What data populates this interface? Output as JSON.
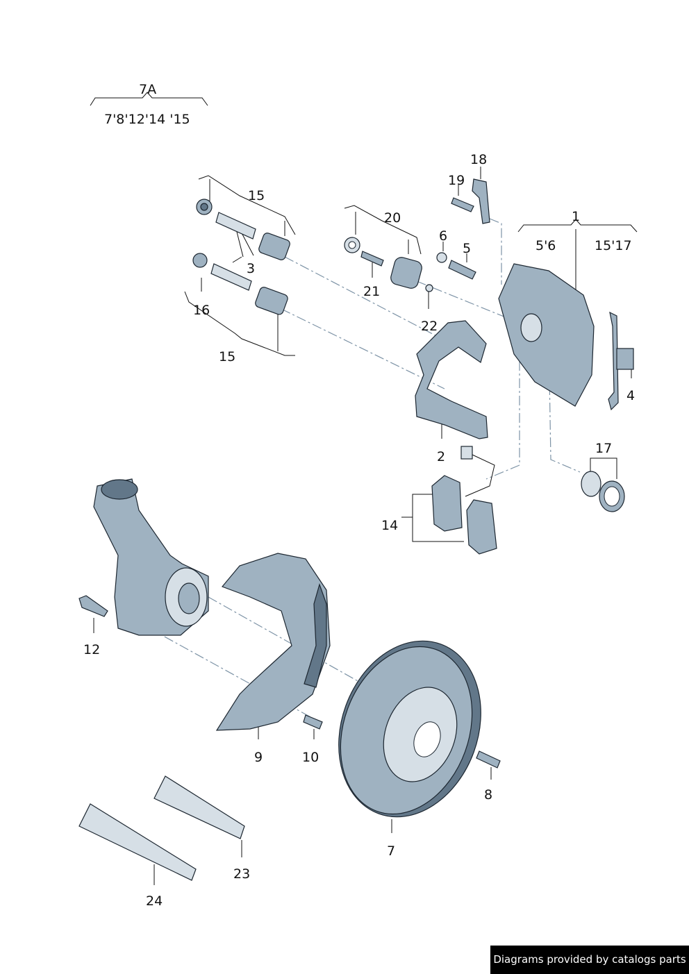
{
  "diagram": {
    "group_labels": {
      "g7a_title": "7A",
      "g7a_items": "7'8'12'14 '15",
      "g1_title": "1",
      "g1_left": "5'6",
      "g1_right": "15'17"
    },
    "part_labels": {
      "p2": "2",
      "p3": "3",
      "p4": "4",
      "p5": "5",
      "p6": "6",
      "p7": "7",
      "p8": "8",
      "p9": "9",
      "p10": "10",
      "p12": "12",
      "p14": "14",
      "p15a": "15",
      "p15b": "15",
      "p16": "16",
      "p17": "17",
      "p18": "18",
      "p19": "19",
      "p20": "20",
      "p21": "21",
      "p22": "22",
      "p23": "23",
      "p24": "24"
    }
  },
  "footer": {
    "credit": "Diagrams provided by catalogs parts"
  },
  "colors": {
    "part": "#9fb2c1",
    "part_dark": "#627789",
    "part_light": "#d6dfe6",
    "guide": "#7d93a6"
  }
}
